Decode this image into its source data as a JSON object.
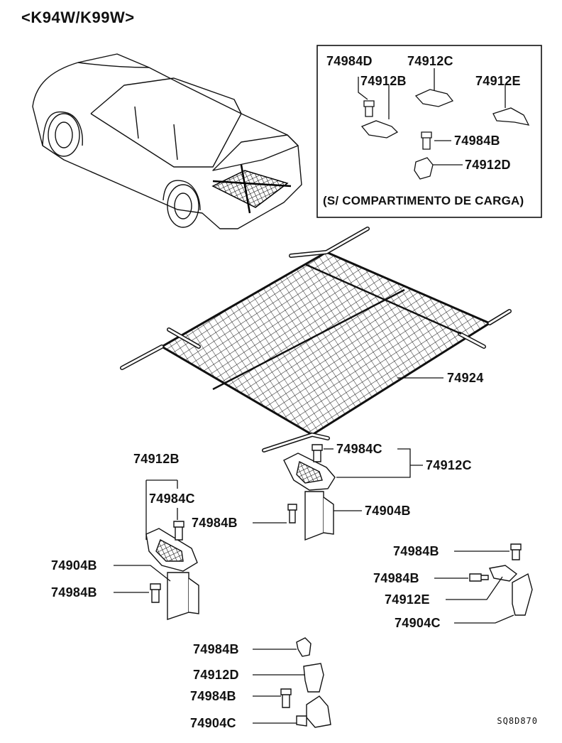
{
  "diagram": {
    "model_header": "<K94W/K99W>",
    "inset": {
      "caption": "(S/ COMPARTIMENTO DE CARGA)",
      "labels": [
        "74984D",
        "74912C",
        "74912B",
        "74912E",
        "74984B",
        "74912D"
      ]
    },
    "net_label": "74924",
    "left_labels": [
      "74912B",
      "74984C",
      "74984B",
      "74904B",
      "74984B"
    ],
    "center_labels": [
      "74984C",
      "74912C",
      "74904B"
    ],
    "right_labels": [
      "74984B",
      "74984B",
      "74912E",
      "74904C"
    ],
    "bottom_labels": [
      "74984B",
      "74912D",
      "74984B",
      "74904C"
    ],
    "drawing_code": "SQ8D870"
  }
}
